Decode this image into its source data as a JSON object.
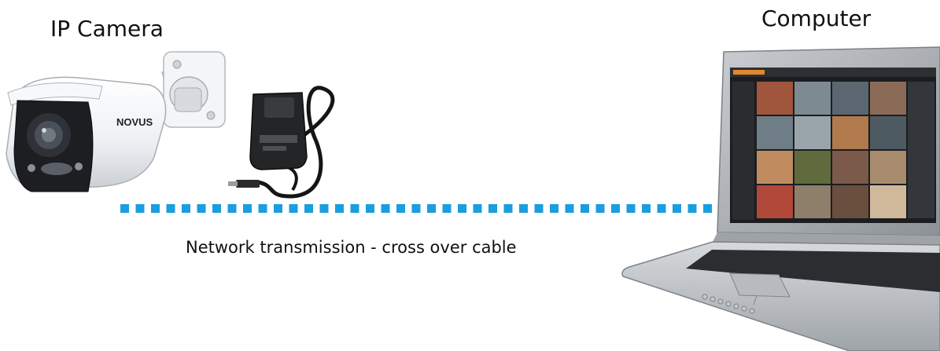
{
  "camera": {
    "label": "IP Camera",
    "brand": "NOVUS"
  },
  "computer": {
    "label": "Computer"
  },
  "connection": {
    "label": "Network transmission - cross over cable",
    "color": "#1a9ee0"
  },
  "adapter": {
    "name": "power-adapter"
  }
}
